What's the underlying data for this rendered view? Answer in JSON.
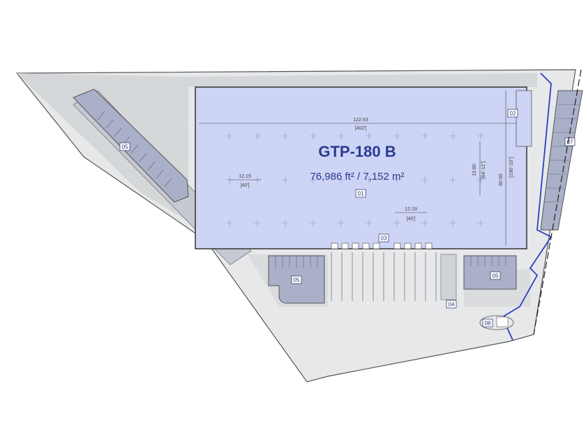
{
  "building": {
    "name": "GTP-180 B",
    "area": "76,986 ft² / 7,152 m²",
    "fill_color": "#cdd4f5",
    "title_color": "#2b3a8f"
  },
  "dimensions": {
    "width_m": "122.53",
    "width_ft": "[402']",
    "depth_m": "60.00",
    "depth_ft": "[196'-10\"]",
    "bay_m": "19.80",
    "bay_ft": "[64'-11\"]",
    "span_left_m": "12.19",
    "span_left_ft": "[40']",
    "span_right_m": "12.19",
    "span_right_ft": "[40']"
  },
  "tags": {
    "building": "01",
    "office": "02",
    "dock": "03",
    "access": "04",
    "parking_a": "05",
    "parking_b": "05",
    "parking_c": "05",
    "parking_side": "07",
    "guard": "08"
  },
  "colors": {
    "site": "#e6e8ea",
    "landscape": "#d4d6d8",
    "parking": "#a9b0c7",
    "boundary": "#2a3fbf"
  }
}
